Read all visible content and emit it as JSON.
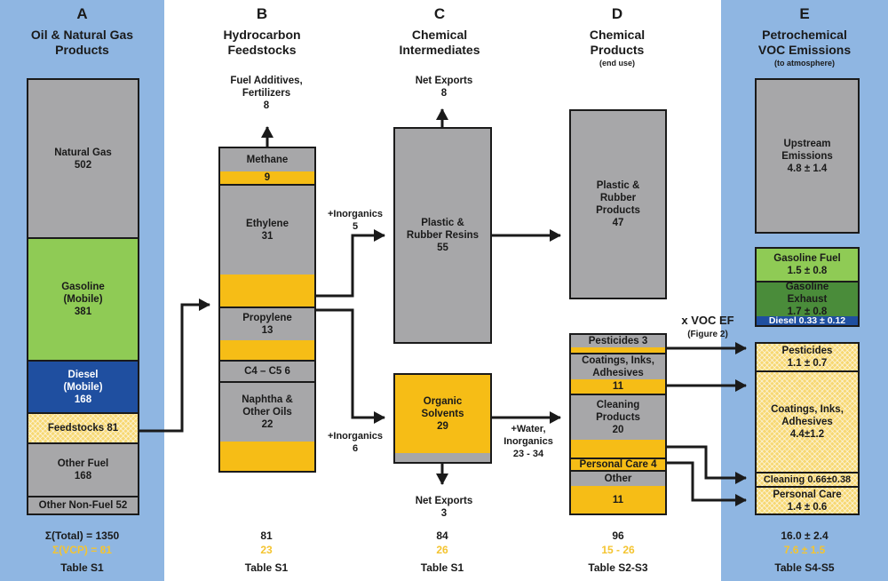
{
  "columns": {
    "A": {
      "letter": "A",
      "title_l1": "Oil & Natural Gas",
      "title_l2": "Products",
      "segments": {
        "natural_gas": {
          "name": "Natural Gas",
          "value": "502"
        },
        "gasoline": {
          "l1": "Gasoline",
          "l2": "(Mobile)",
          "value": "381"
        },
        "diesel": {
          "l1": "Diesel",
          "l2": "(Mobile)",
          "value": "168"
        },
        "feedstocks": {
          "text": "Feedstocks  81"
        },
        "other_fuel": {
          "name": "Other Fuel",
          "value": "168"
        },
        "other_nonfuel": {
          "text": "Other Non-Fuel 52"
        }
      },
      "total": "Σ(Total)  =  1350",
      "vcp": "Σ(VCP)  =  81",
      "table": "Table S1"
    },
    "B": {
      "letter": "B",
      "title_l1": "Hydrocarbon",
      "title_l2": "Feedstocks",
      "outflow": {
        "l1": "Fuel Additives,",
        "l2": "Fertilizers",
        "value": "8"
      },
      "segments": {
        "methane": {
          "name": "Methane",
          "value": "9"
        },
        "ethylene": {
          "name": "Ethylene",
          "value": "31"
        },
        "propylene": {
          "name": "Propylene",
          "value": "13"
        },
        "c4c5": {
          "text": "C4 – C5  6"
        },
        "naphtha": {
          "l1": "Naphtha &",
          "l2": "Other Oils",
          "value": "22"
        }
      },
      "total": "81",
      "vcp": "23",
      "table": "Table S1"
    },
    "C": {
      "letter": "C",
      "title_l1": "Chemical",
      "title_l2": "Intermediates",
      "net_exports_top": {
        "label": "Net Exports",
        "value": "8"
      },
      "net_exports_bottom": {
        "label": "Net Exports",
        "value": "3"
      },
      "resins": {
        "l1": "Plastic &",
        "l2": "Rubber Resins",
        "value": "55"
      },
      "solvents": {
        "l1": "Organic",
        "l2": "Solvents",
        "value": "29"
      },
      "total": "84",
      "vcp": "26",
      "table": "Table  S1"
    },
    "D": {
      "letter": "D",
      "title_l1": "Chemical",
      "title_l2": "Products",
      "subtitle": "(end use)",
      "plastic": {
        "l1": "Plastic &",
        "l2": "Rubber",
        "l3": "Products",
        "value": "47"
      },
      "segments": {
        "pesticides": {
          "text": "Pesticides 3"
        },
        "coatings": {
          "l1": "Coatings, Inks,",
          "l2": "Adhesives",
          "value": "11"
        },
        "cleaning": {
          "l1": "Cleaning",
          "l2": "Products",
          "value": "20"
        },
        "personal": {
          "text": "Personal Care 4"
        },
        "other": {
          "name": "Other",
          "value": "11"
        }
      },
      "total": "96",
      "vcp": "15 - 26",
      "table": "Table  S2-S3"
    },
    "E": {
      "letter": "E",
      "title_l1": "Petrochemical",
      "title_l2": "VOC Emissions",
      "subtitle": "(to atmosphere)",
      "upstream": {
        "l1": "Upstream",
        "l2": "Emissions",
        "value": "4.8 ± 1.4"
      },
      "gas_fuel": {
        "name": "Gasoline Fuel",
        "value": "1.5 ± 0.8"
      },
      "gas_exhaust": {
        "l1": "Gasoline",
        "l2": "Exhaust",
        "value": "1.7 ± 0.8"
      },
      "diesel": {
        "text": "Diesel 0.33 ±  0.12"
      },
      "pesticides": {
        "name": "Pesticides",
        "value": "1.1 ± 0.7"
      },
      "coatings": {
        "l1": "Coatings, Inks,",
        "l2": "Adhesives",
        "value": "4.4±1.2"
      },
      "cleaning": {
        "text": "Cleaning 0.66±0.38"
      },
      "personal": {
        "name": "Personal Care",
        "value": "1.4 ± 0.6"
      },
      "total": "16.0  ± 2.4",
      "vcp": "7.6 ± 1.5",
      "table": "Table  S4-S5"
    }
  },
  "flows": {
    "inorganics_top": {
      "label": "+Inorganics",
      "value": "5"
    },
    "inorganics_bottom": {
      "label": "+Inorganics",
      "value": "6"
    },
    "water": {
      "l1": "+Water,",
      "l2": "Inorganics",
      "value": "23 - 34"
    },
    "voc_ef": {
      "label": "x VOC EF",
      "sub": "(Figure 2)"
    }
  },
  "colors": {
    "band": "#8fb6e2",
    "gray": "#a7a7a9",
    "gold": "#f6bd16",
    "green": "#8fcb55",
    "dark_green": "#4a8c3a",
    "blue": "#1f4fa0"
  }
}
